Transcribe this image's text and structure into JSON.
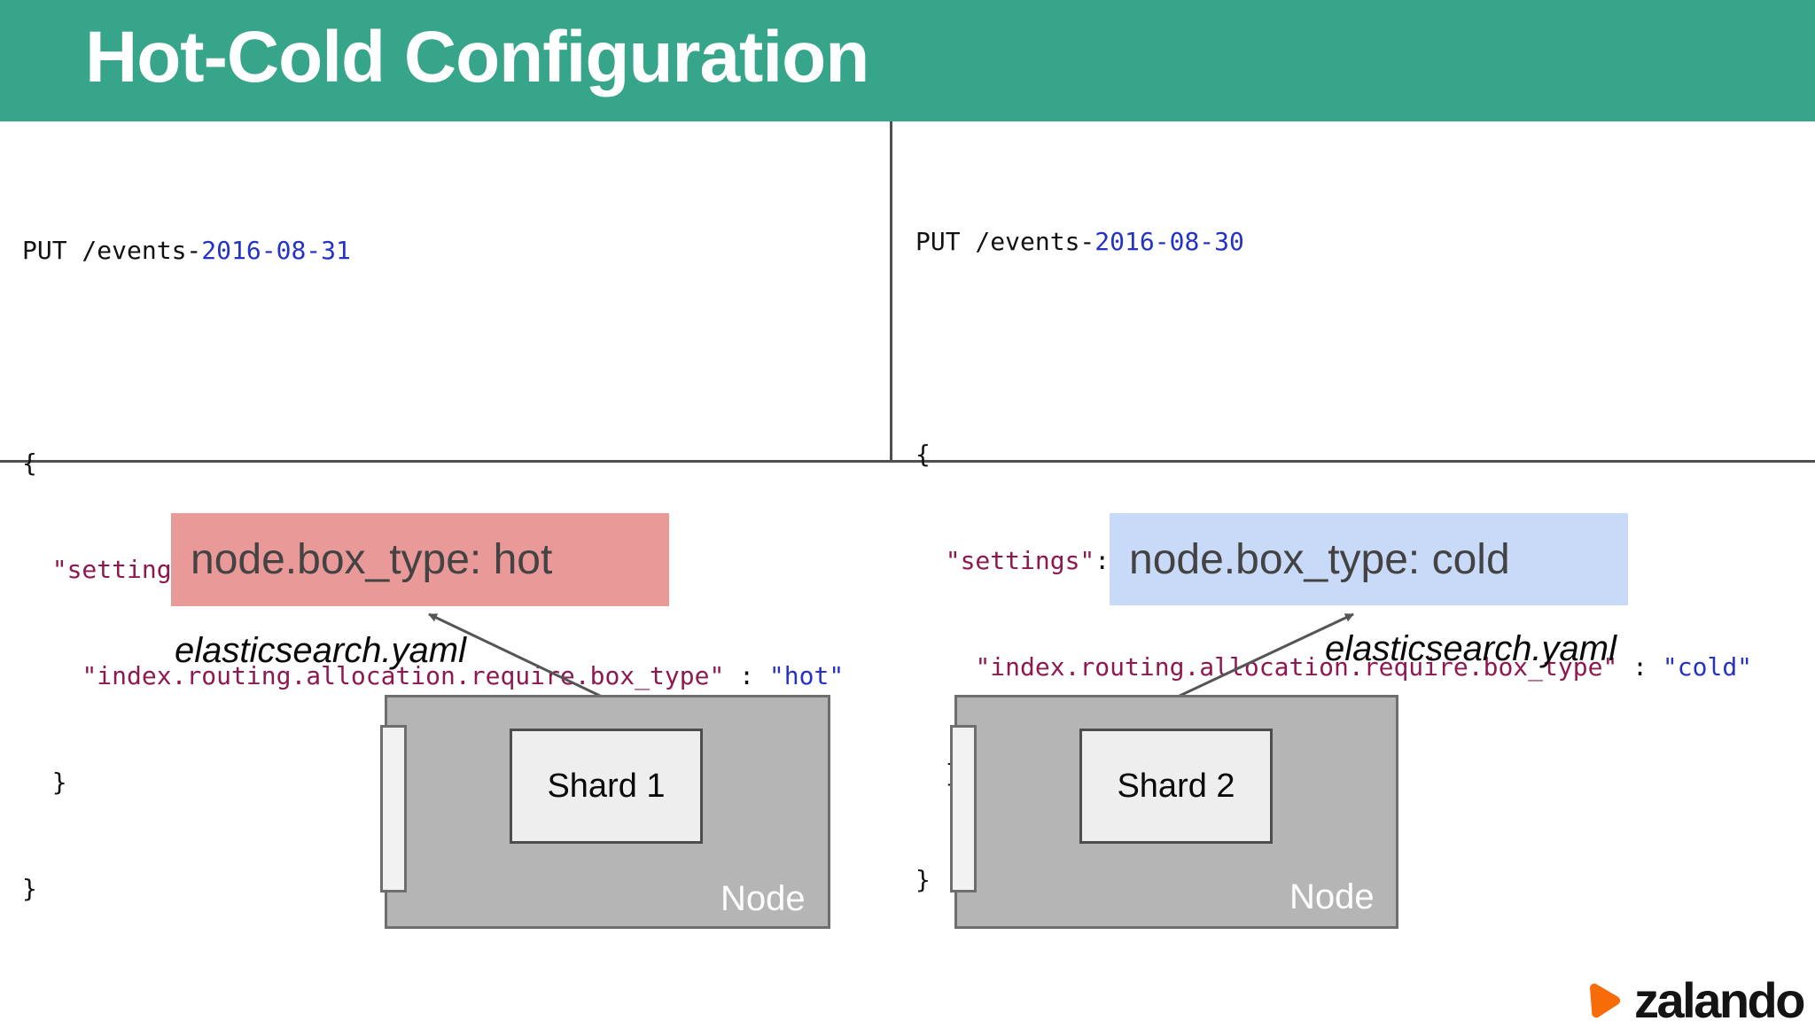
{
  "header": {
    "title": "Hot-Cold Configuration",
    "accent_color": "#36a589"
  },
  "code_left": {
    "request_prefix": "PUT /events-",
    "request_date": "2016-08-31",
    "open_brace": "{",
    "settings_indent": "  ",
    "settings_key": "\"settings\"",
    "settings_suffix": ": {",
    "index_indent": "    ",
    "index_key": "\"index.routing.allocation.require.box_type\"",
    "index_separator": " : ",
    "index_value": "\"hot\"",
    "close_inner": "  }",
    "close_outer": "}"
  },
  "code_right": {
    "request_prefix": "PUT /events-",
    "request_date": "2016-08-30",
    "open_brace": "{",
    "settings_indent": "  ",
    "settings_key": "\"settings\"",
    "settings_suffix": ": {",
    "index_indent": "    ",
    "index_key": "\"index.routing.allocation.require.box_type\"",
    "index_separator": " : ",
    "index_value": "\"cold\"",
    "close_inner": "  }",
    "close_outer": "}"
  },
  "labels": {
    "hot": {
      "text": "node.box_type: hot",
      "bg_color": "#ea9999",
      "text_color": "#434343"
    },
    "cold": {
      "text": "node.box_type: cold",
      "bg_color": "#c9daf8",
      "text_color": "#434343"
    },
    "yaml_left": "elasticsearch.yaml",
    "yaml_right": "elasticsearch.yaml"
  },
  "diagram": {
    "left": {
      "shard_label": "Shard 1",
      "node_label": "Node"
    },
    "right": {
      "shard_label": "Shard 2",
      "node_label": "Node"
    },
    "node_fill": "#b5b5b5",
    "arrow_color": "#555555"
  },
  "code_colors": {
    "value_blue": "#2433c4",
    "string_maroon": "#8e1950",
    "plain_black": "#111111"
  },
  "footer": {
    "brand": "zalando",
    "brand_orange": "#f76b09"
  }
}
